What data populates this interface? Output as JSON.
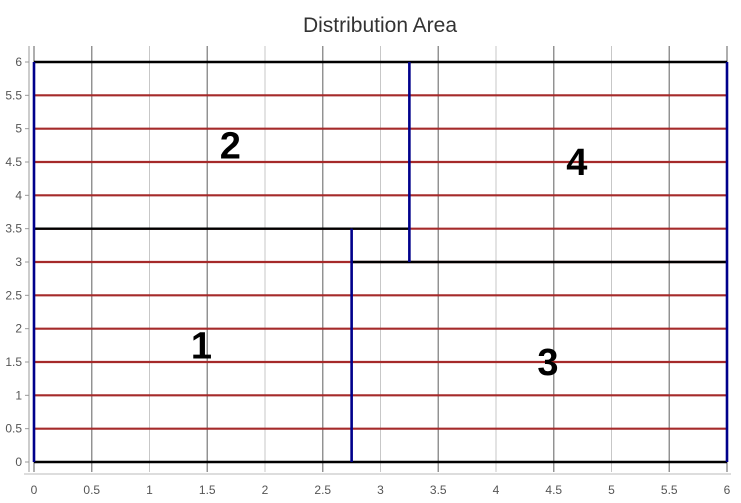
{
  "chart_data": {
    "type": "line",
    "title": "Distribution Area",
    "xlabel": "",
    "ylabel": "",
    "xlim": [
      0,
      6
    ],
    "ylim": [
      0,
      6
    ],
    "grid": true,
    "x_ticks": [
      "0",
      "0.5",
      "1",
      "1.5",
      "2",
      "2.5",
      "3",
      "3.5",
      "4",
      "4.5",
      "5",
      "5.5",
      "6"
    ],
    "y_ticks": [
      "0",
      "0.5",
      "1",
      "1.5",
      "2",
      "2.5",
      "3",
      "3.5",
      "4",
      "4.5",
      "5",
      "5.5",
      "6"
    ],
    "colors": {
      "gridline": "#808080",
      "distribution_line": "#a52a2a",
      "divider_line": "#00008b",
      "boundary_line": "#000000"
    },
    "distribution_lines": {
      "orientation": "horizontal",
      "y": [
        0.5,
        1,
        1.5,
        2,
        2.5,
        3,
        3.5,
        4,
        4.5,
        5,
        5.5
      ]
    },
    "divider_lines": [
      {
        "x": [
          0,
          0
        ],
        "y": [
          0,
          6
        ]
      },
      {
        "x": [
          6,
          6
        ],
        "y": [
          0,
          6
        ]
      },
      {
        "x": [
          2.75,
          2.75
        ],
        "y": [
          0,
          3.5
        ]
      },
      {
        "x": [
          3.25,
          3.25
        ],
        "y": [
          3,
          6
        ]
      }
    ],
    "boundary_lines": [
      {
        "x": [
          0,
          6
        ],
        "y": [
          0,
          0
        ]
      },
      {
        "x": [
          0,
          6
        ],
        "y": [
          6,
          6
        ]
      },
      {
        "x": [
          0,
          2.75
        ],
        "y": [
          3.5,
          3.5
        ]
      },
      {
        "x": [
          2.75,
          3.25
        ],
        "y": [
          3.5,
          3.5
        ]
      },
      {
        "x": [
          2.75,
          6
        ],
        "y": [
          3,
          3
        ]
      }
    ],
    "regions": [
      {
        "label": "1",
        "x": 1.45,
        "y": 1.75
      },
      {
        "label": "2",
        "x": 1.7,
        "y": 4.75
      },
      {
        "label": "3",
        "x": 4.45,
        "y": 1.5
      },
      {
        "label": "4",
        "x": 4.7,
        "y": 4.5
      }
    ]
  }
}
